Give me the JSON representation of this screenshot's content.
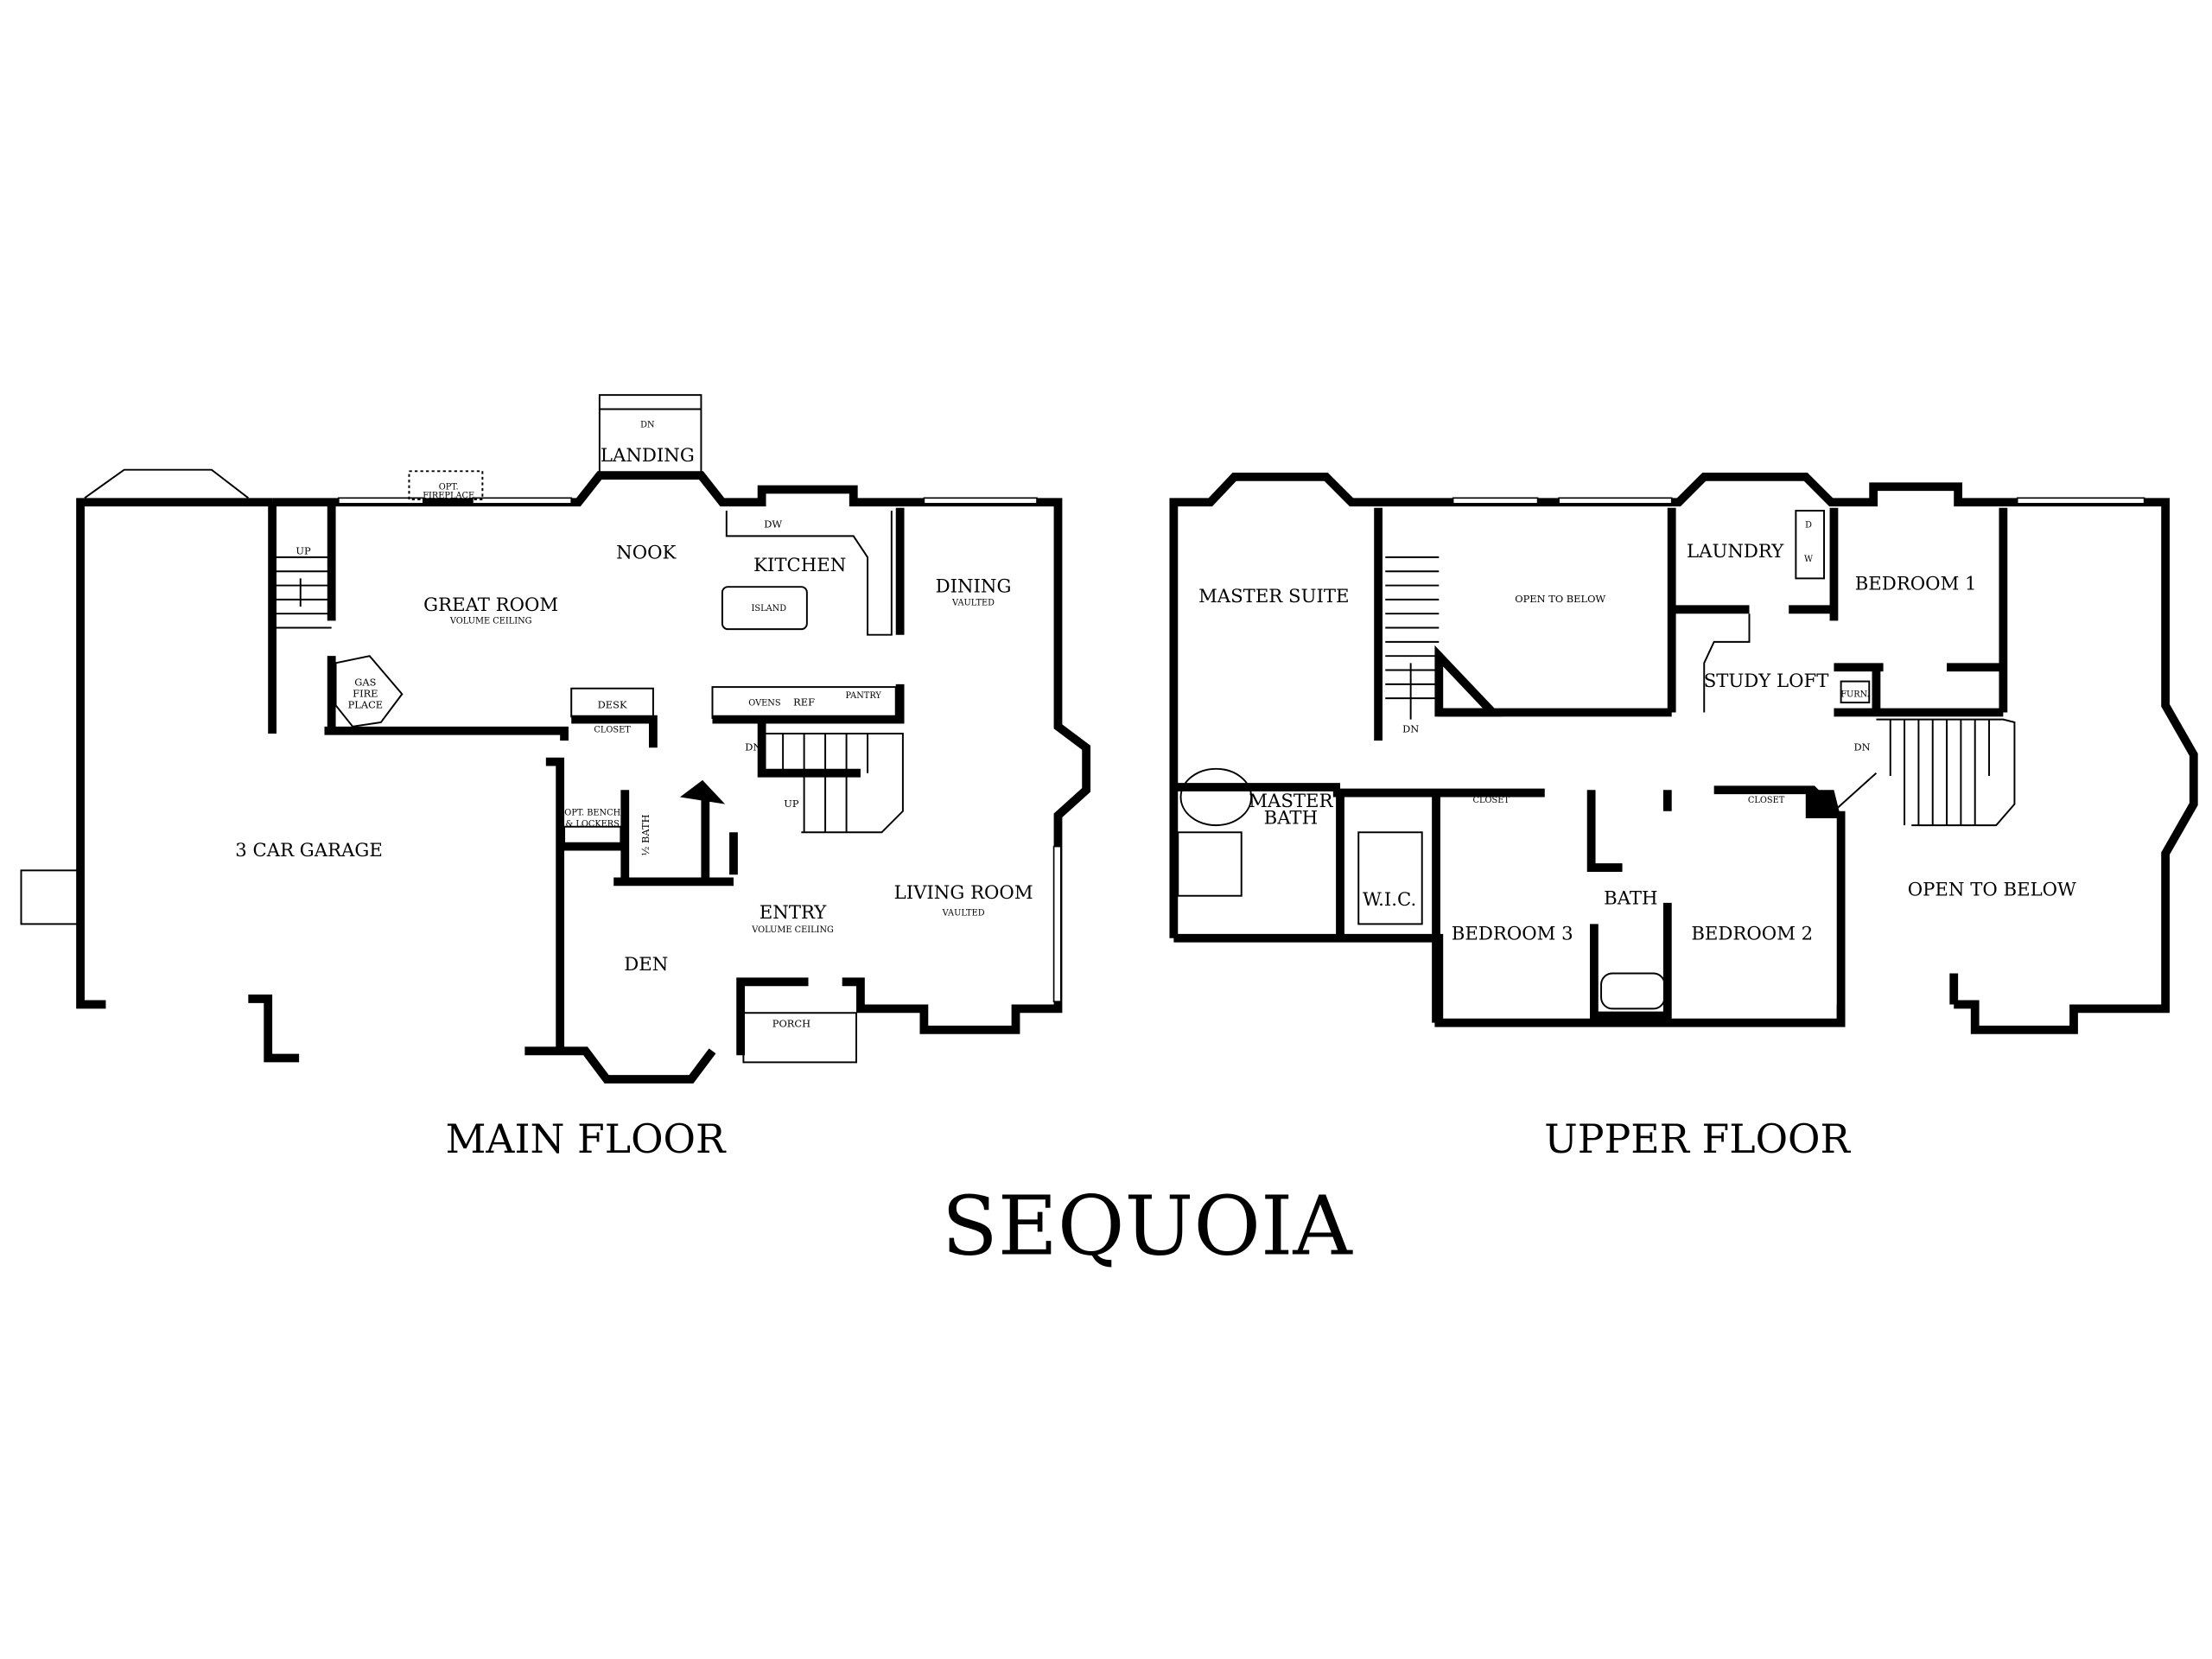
{
  "title": "SEQUOIA",
  "main_floor": {
    "label": "MAIN FLOOR",
    "rooms": {
      "garage": "3 CAR GARAGE",
      "great_room": "GREAT ROOM",
      "great_room_note": "VOLUME CEILING",
      "nook": "NOOK",
      "kitchen": "KITCHEN",
      "island": "ISLAND",
      "dining": "DINING",
      "dining_note": "VAULTED",
      "landing": "LANDING",
      "landing_dn": "DN",
      "opt_fireplace_1": "OPT.",
      "opt_fireplace_2": "FIREPLACE",
      "dw": "DW",
      "gas_1": "GAS",
      "gas_2": "FIRE",
      "gas_3": "PLACE",
      "stair_up": "UP",
      "desk": "DESK",
      "closet": "CLOSET",
      "ovens": "OVENS",
      "ref": "REF",
      "pantry": "PANTRY",
      "dn": "DN",
      "up": "UP",
      "bench_1": "OPT. BENCH",
      "bench_2": "& LOCKERS",
      "half_bath": "½ BATH",
      "entry": "ENTRY",
      "entry_note": "VOLUME CEILING",
      "living_room": "LIVING ROOM",
      "living_note": "VAULTED",
      "den": "DEN",
      "porch": "PORCH"
    }
  },
  "upper_floor": {
    "label": "UPPER FLOOR",
    "rooms": {
      "master_suite": "MASTER SUITE",
      "open_below_1": "OPEN TO BELOW",
      "laundry": "LAUNDRY",
      "dryer": "D",
      "washer": "W",
      "bedroom1": "BEDROOM 1",
      "study_loft": "STUDY LOFT",
      "furn": "FURN.",
      "dn_left": "DN",
      "dn_right": "DN",
      "master_bath_1": "MASTER",
      "master_bath_2": "BATH",
      "wic": "W.I.C.",
      "closet_1": "CLOSET",
      "closet_2": "CLOSET",
      "bath": "BATH",
      "bedroom3": "BEDROOM 3",
      "bedroom2": "BEDROOM 2",
      "open_below_2": "OPEN TO BELOW"
    }
  }
}
